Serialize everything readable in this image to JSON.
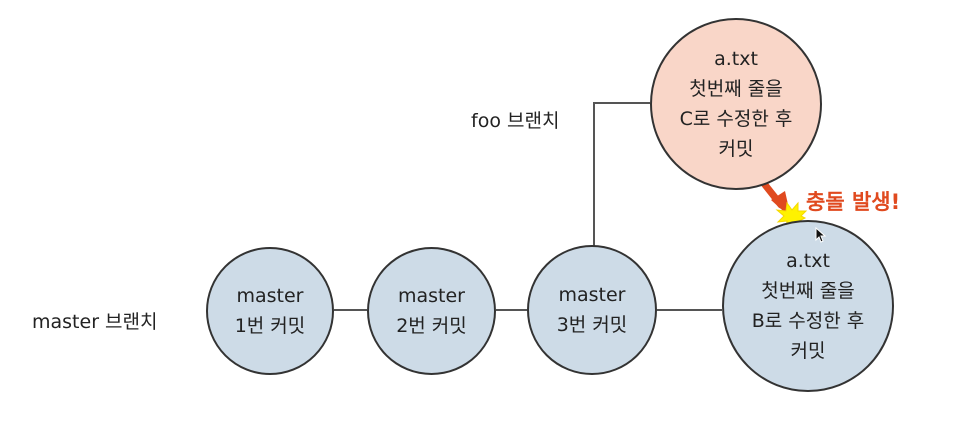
{
  "branch_labels": {
    "master": "master 브랜치",
    "foo": "foo 브랜치"
  },
  "master_commits": [
    {
      "lines": [
        "master",
        "1번 커밋"
      ]
    },
    {
      "lines": [
        "master",
        "2번 커밋"
      ]
    },
    {
      "lines": [
        "master",
        "3번 커밋"
      ]
    }
  ],
  "master_modified_commit": {
    "lines": [
      "a.txt",
      "첫번째 줄을",
      "B로 수정한 후",
      "커밋"
    ]
  },
  "foo_modified_commit": {
    "lines": [
      "a.txt",
      "첫번째 줄을",
      "C로 수정한 후",
      "커밋"
    ]
  },
  "conflict_label": "충돌 발생!",
  "colors": {
    "master_node_fill": "#cddbe7",
    "foo_node_fill": "#f9d6c8",
    "conflict_text": "#e04a1f",
    "arrow": "#e04a1f",
    "burst": "#fff200",
    "line": "#555555"
  },
  "icons": {
    "conflict_arrow": "arrow-down-right-icon",
    "conflict_burst": "starburst-icon",
    "cursor": "mouse-pointer-icon"
  }
}
